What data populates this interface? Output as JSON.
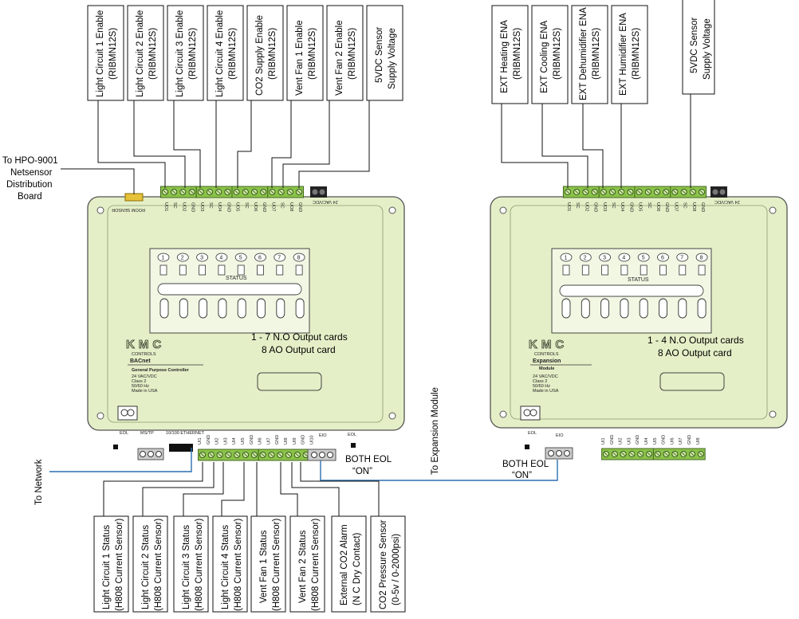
{
  "main_top_labels": [
    {
      "line1": "Light Circuit 1 Enable",
      "line2": "(RIBMN12S)"
    },
    {
      "line1": "Light Circuit 2 Enable",
      "line2": "(RIBMN12S)"
    },
    {
      "line1": "Light Circuit  3 Enable",
      "line2": "(RIBMN12S)"
    },
    {
      "line1": "Light Circuit 4 Enable",
      "line2": "(RIBMN12S)"
    },
    {
      "line1": "CO2 Supply Enable",
      "line2": "(RIBMN12S)"
    },
    {
      "line1": "Vent Fan 1 Enable",
      "line2": "(RIBMN12S)"
    },
    {
      "line1": "Vent Fan 2 Enable",
      "line2": "(RIBMN12S)"
    },
    {
      "line1": "5VDC Sensor",
      "line2": "Supply Voltage"
    }
  ],
  "exp_top_labels": [
    {
      "line1": "EXT Heating ENA",
      "line2": "(RIBMN12S)"
    },
    {
      "line1": "EXT Cooling ENA",
      "line2": "(RIBMN12S)"
    },
    {
      "line1": "EXT Dehumidifier ENA",
      "line2": "(RIBMN12S)"
    },
    {
      "line1": "EXT Humidifier ENA",
      "line2": "(RIBMN12S)"
    },
    {
      "line1": "5VDC Sensor",
      "line2": "Supply Voltage"
    }
  ],
  "bottom_labels": [
    {
      "line1": "Light Circuit 1 Status",
      "line2": "(H808 Current Sensor)"
    },
    {
      "line1": "Light Circuit 2 Status",
      "line2": "(H808 Current Sensor)"
    },
    {
      "line1": "Light Circuit 3 Status",
      "line2": "(H808 Current Sensor)"
    },
    {
      "line1": "Light Circuit 4 Status",
      "line2": "(H808 Current Sensor)"
    },
    {
      "line1": "Vent Fan 1 Status",
      "line2": "(H808 Current Sensor)"
    },
    {
      "line1": "Vent Fan 2 Status",
      "line2": "(H808 Current Sensor)"
    },
    {
      "line1": "External CO2 Alarm",
      "line2": "(N C Dry Contact)"
    },
    {
      "line1": "CO2 Pressure Sensor",
      "line2": "(0-5v / 0-2000psi)"
    }
  ],
  "hpo_label": [
    "To HPO-9001",
    "Netsensor",
    "Distribution",
    "Board"
  ],
  "to_network": "To Network",
  "to_expansion": "To Expansion Module",
  "main_output_text": [
    "1 - 7 N.O Output cards",
    "8 AO Output card"
  ],
  "exp_output_text": [
    "1 - 4 N.O Output cards",
    "8 AO Output card"
  ],
  "both_eol_main": [
    "BOTH EOL",
    "“ON”"
  ],
  "both_eol_exp": [
    "BOTH EOL",
    "“ON”"
  ],
  "main_controller": {
    "brand": "KMC",
    "brand_sub": "CONTROLS",
    "model": "BACnet",
    "desc": "General Purpose Controller",
    "specs": [
      "24 VAC/VDC",
      "Class 2",
      "50/60 Hz",
      "Made in USA"
    ],
    "top_terminals": [
      "UO1",
      "SC",
      "UO2",
      "GND",
      "UO3",
      "SC",
      "UO4",
      "GND",
      "UO5",
      "SC",
      "UO6",
      "GND",
      "UO7",
      "SC",
      "UO8",
      "GND"
    ],
    "power_label": "24 VAC/VDC",
    "room_sensor": "ROOM SENSOR",
    "status_label": "STATUS",
    "bottom_left_labels": [
      "EOL",
      "MS/TP",
      "10/100 ETHERNET"
    ],
    "bottom_terminals": [
      "UI1",
      "GND",
      "UI2",
      "UI3",
      "UI4",
      "UI5",
      "GND",
      "UI6",
      "UI7",
      "GND",
      "UI8",
      "UI9",
      "GND",
      "UI10"
    ],
    "eio": "EIO",
    "eol_right": "EOL"
  },
  "exp_controller": {
    "brand": "KMC",
    "brand_sub": "CONTROLS",
    "model": "Expansion",
    "desc": "Module",
    "specs": [
      "24 VAC/VDC",
      "Class 2",
      "50/60 Hz",
      "Made in USA"
    ],
    "top_terminals": [
      "UO1",
      "SC",
      "UO2",
      "GND",
      "UO3",
      "SC",
      "UO4",
      "GND",
      "UO5",
      "SC",
      "UO6",
      "GND",
      "UO7",
      "SC",
      "UO8",
      "GND"
    ],
    "power_label": "24 VAC/VDC",
    "status_label": "STATUS",
    "eol": "EOL",
    "eio": "EIO",
    "bottom_terminals": [
      "UI1",
      "GND",
      "UI2",
      "UI3",
      "GND",
      "UI4",
      "UI5",
      "GND",
      "UI6",
      "UI7",
      "GND",
      "UI8"
    ]
  },
  "slot_numbers": [
    "1",
    "2",
    "3",
    "4",
    "5",
    "6",
    "7",
    "8"
  ],
  "colors": {
    "housing": "#e4efc7",
    "housing_edge": "#555555",
    "terminal": "#8bc34a",
    "network_line": "#2d6fb0"
  }
}
